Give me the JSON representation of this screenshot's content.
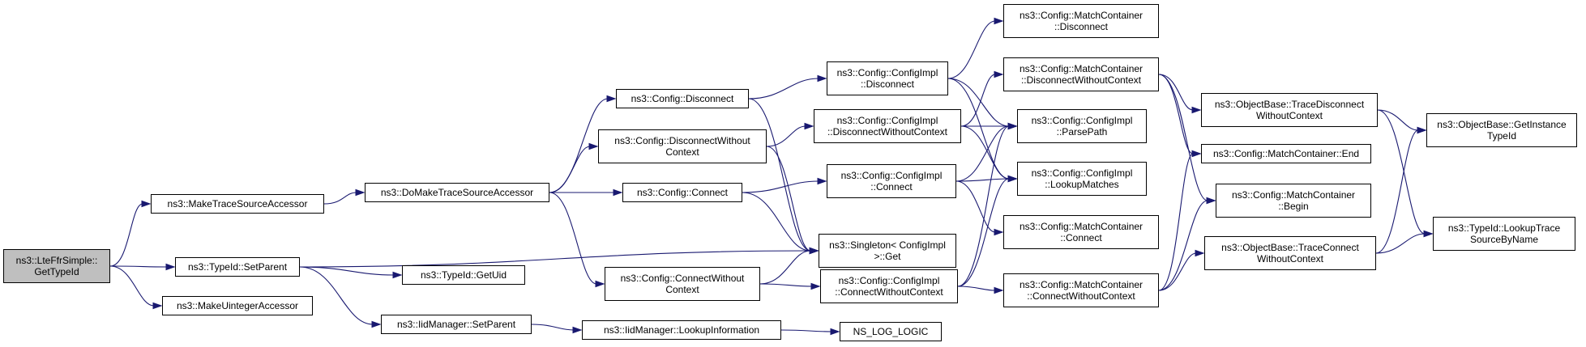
{
  "colors": {
    "edge": "#191970",
    "root_fill": "#bfbfbf",
    "node_fill": "#ffffff",
    "border": "#000000"
  },
  "nodes": {
    "lte_ffr_simple_get_type_id": "ns3::LteFfrSimple::\nGetTypeId",
    "make_trace_source_accessor": "ns3::MakeTraceSourceAccessor",
    "type_id_set_parent": "ns3::TypeId::SetParent",
    "make_uinteger_accessor": "ns3::MakeUintegerAccessor",
    "do_make_trace_source_accessor": "ns3::DoMakeTraceSourceAccessor",
    "singleton_get": "ns3::Singleton< ConfigImpl\n>::Get",
    "type_id_get_uid": "ns3::TypeId::GetUid",
    "iid_manager_set_parent": "ns3::IidManager::SetParent",
    "config_disconnect": "ns3::Config::Disconnect",
    "config_disconnect_without_context": "ns3::Config::DisconnectWithout\nContext",
    "config_connect": "ns3::Config::Connect",
    "config_connect_without_context": "ns3::Config::ConnectWithout\nContext",
    "iid_manager_lookup_information": "ns3::IidManager::LookupInformation",
    "config_impl_disconnect": "ns3::Config::ConfigImpl\n::Disconnect",
    "config_impl_disconnect_without_context": "ns3::Config::ConfigImpl\n::DisconnectWithoutContext",
    "config_impl_connect": "ns3::Config::ConfigImpl\n::Connect",
    "config_impl_connect_without_context": "ns3::Config::ConfigImpl\n::ConnectWithoutContext",
    "ns_log_logic": "NS_LOG_LOGIC",
    "match_container_disconnect": "ns3::Config::MatchContainer\n::Disconnect",
    "match_container_disconnect_without_context": "ns3::Config::MatchContainer\n::DisconnectWithoutContext",
    "config_impl_parse_path": "ns3::Config::ConfigImpl\n::ParsePath",
    "config_impl_lookup_matches": "ns3::Config::ConfigImpl\n::LookupMatches",
    "match_container_connect": "ns3::Config::MatchContainer\n::Connect",
    "match_container_connect_without_context": "ns3::Config::MatchContainer\n::ConnectWithoutContext",
    "object_base_trace_disconnect_without_context": "ns3::ObjectBase::TraceDisconnect\nWithoutContext",
    "match_container_end": "ns3::Config::MatchContainer::End",
    "match_container_begin": "ns3::Config::MatchContainer\n::Begin",
    "object_base_trace_connect_without_context": "ns3::ObjectBase::TraceConnect\nWithoutContext",
    "object_base_get_instance_type_id": "ns3::ObjectBase::GetInstance\nTypeId",
    "type_id_lookup_trace_source_by_name": "ns3::TypeId::LookupTrace\nSourceByName"
  },
  "edges": [
    [
      "lte_ffr_simple_get_type_id",
      "make_trace_source_accessor"
    ],
    [
      "lte_ffr_simple_get_type_id",
      "type_id_set_parent"
    ],
    [
      "lte_ffr_simple_get_type_id",
      "make_uinteger_accessor"
    ],
    [
      "make_trace_source_accessor",
      "do_make_trace_source_accessor"
    ],
    [
      "do_make_trace_source_accessor",
      "config_disconnect"
    ],
    [
      "do_make_trace_source_accessor",
      "config_disconnect_without_context"
    ],
    [
      "do_make_trace_source_accessor",
      "config_connect"
    ],
    [
      "do_make_trace_source_accessor",
      "config_connect_without_context"
    ],
    [
      "type_id_set_parent",
      "singleton_get"
    ],
    [
      "type_id_set_parent",
      "type_id_get_uid"
    ],
    [
      "type_id_set_parent",
      "iid_manager_set_parent"
    ],
    [
      "iid_manager_set_parent",
      "iid_manager_lookup_information"
    ],
    [
      "iid_manager_lookup_information",
      "ns_log_logic"
    ],
    [
      "config_disconnect",
      "config_impl_disconnect"
    ],
    [
      "config_disconnect",
      "singleton_get"
    ],
    [
      "config_disconnect_without_context",
      "config_impl_disconnect_without_context"
    ],
    [
      "config_disconnect_without_context",
      "singleton_get"
    ],
    [
      "config_connect",
      "config_impl_connect"
    ],
    [
      "config_connect",
      "singleton_get"
    ],
    [
      "config_connect_without_context",
      "singleton_get"
    ],
    [
      "config_connect_without_context",
      "config_impl_connect_without_context"
    ],
    [
      "config_impl_disconnect",
      "match_container_disconnect"
    ],
    [
      "config_impl_disconnect",
      "config_impl_parse_path"
    ],
    [
      "config_impl_disconnect",
      "config_impl_lookup_matches"
    ],
    [
      "config_impl_disconnect_without_context",
      "match_container_disconnect_without_context"
    ],
    [
      "config_impl_disconnect_without_context",
      "config_impl_parse_path"
    ],
    [
      "config_impl_disconnect_without_context",
      "config_impl_lookup_matches"
    ],
    [
      "config_impl_connect",
      "config_impl_parse_path"
    ],
    [
      "config_impl_connect",
      "config_impl_lookup_matches"
    ],
    [
      "config_impl_connect",
      "match_container_connect"
    ],
    [
      "config_impl_connect_without_context",
      "config_impl_parse_path"
    ],
    [
      "config_impl_connect_without_context",
      "config_impl_lookup_matches"
    ],
    [
      "config_impl_connect_without_context",
      "match_container_connect_without_context"
    ],
    [
      "match_container_disconnect_without_context",
      "object_base_trace_disconnect_without_context"
    ],
    [
      "match_container_disconnect_without_context",
      "match_container_end"
    ],
    [
      "match_container_disconnect_without_context",
      "match_container_begin"
    ],
    [
      "match_container_connect_without_context",
      "match_container_end"
    ],
    [
      "match_container_connect_without_context",
      "match_container_begin"
    ],
    [
      "match_container_connect_without_context",
      "object_base_trace_connect_without_context"
    ],
    [
      "object_base_trace_disconnect_without_context",
      "object_base_get_instance_type_id"
    ],
    [
      "object_base_trace_disconnect_without_context",
      "type_id_lookup_trace_source_by_name"
    ],
    [
      "object_base_trace_connect_without_context",
      "object_base_get_instance_type_id"
    ],
    [
      "object_base_trace_connect_without_context",
      "type_id_lookup_trace_source_by_name"
    ]
  ]
}
